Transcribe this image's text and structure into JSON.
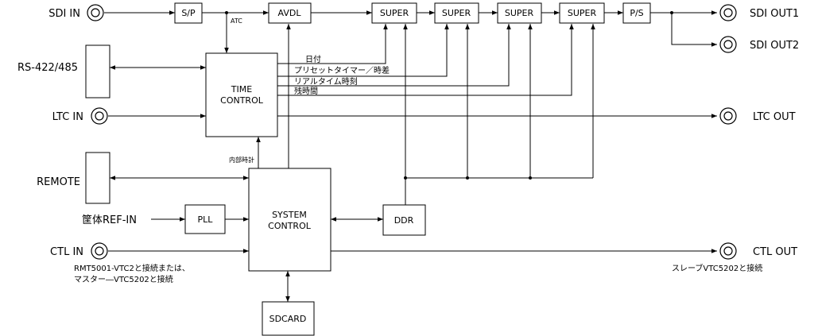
{
  "ports": {
    "sdi_in": "SDI IN",
    "rs422": "RS-422/485",
    "ltc_in": "LTC IN",
    "remote": "REMOTE",
    "ref_in": "筐体REF-IN",
    "ctl_in": "CTL IN",
    "sdi_out1": "SDI OUT1",
    "sdi_out2": "SDI OUT2",
    "ltc_out": "LTC OUT",
    "ctl_out": "CTL OUT"
  },
  "blocks": {
    "sp": "S/P",
    "avdl": "AVDL",
    "super1": "SUPER",
    "super2": "SUPER",
    "super3": "SUPER",
    "super4": "SUPER",
    "ps": "P/S",
    "time_control_line1": "TIME",
    "time_control_line2": "CONTROL",
    "system_control_line1": "SYSTEM",
    "system_control_line2": "CONTROL",
    "pll": "PLL",
    "ddr": "DDR",
    "sdcard": "SDCARD"
  },
  "signals": {
    "atc": "ATC",
    "date": "日付",
    "preset_timer": "プリセットタイマー／時差",
    "realtime": "リアルタイム時刻",
    "remaining": "残時間",
    "internal_clock": "内部時計"
  },
  "notes": {
    "ctl_in_line1": "RMT5001-VTC2と接続または、",
    "ctl_in_line2": "マスター―VTC5202と接続",
    "ctl_out": "スレーブVTC5202と接続"
  }
}
